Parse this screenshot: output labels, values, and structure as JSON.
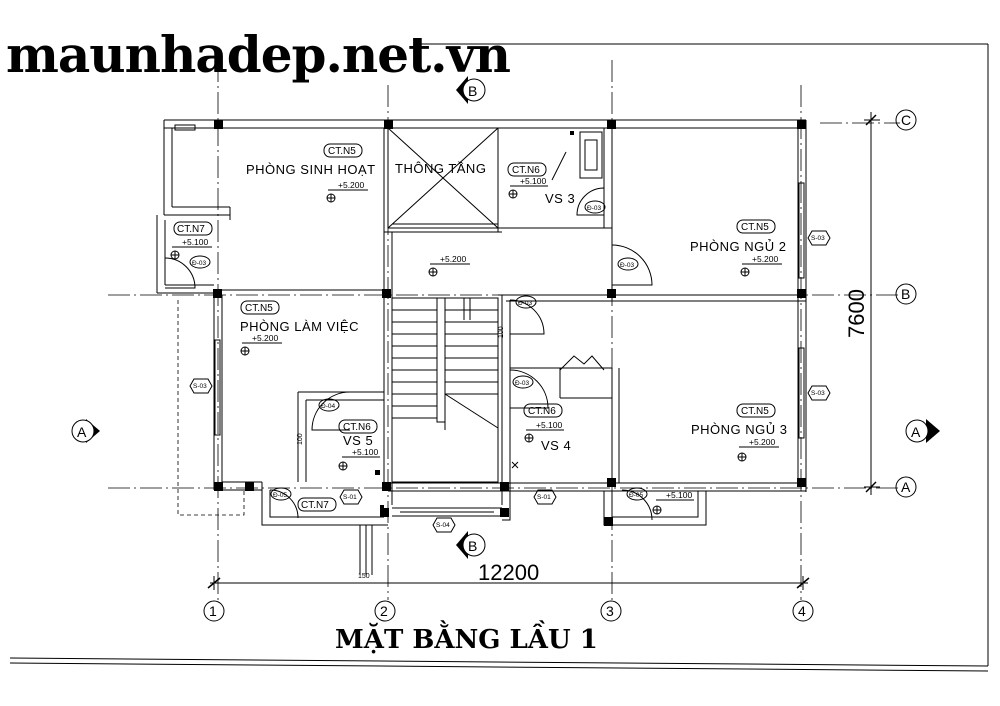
{
  "watermark": "maunhadep.net.vn",
  "drawing_title": "MẶT BẰNG LẦU 1",
  "rooms": {
    "sinh_hoat": "PHÒNG SINH HOẠT",
    "thong_tang": "THÔNG TẦNG",
    "vs3": "VS 3",
    "ngu2": "PHÒNG NGỦ 2",
    "lam_viec": "PHÒNG LÀM VIỆC",
    "vs5": "VS 5",
    "vs4": "VS 4",
    "ngu3": "PHÒNG NGỦ 3"
  },
  "finish_tags": {
    "ct_n5": "CT.N5",
    "ct_n6": "CT.N6",
    "ct_n7": "CT.N7"
  },
  "levels": {
    "l5200": "+5.200",
    "l5100": "+5.100"
  },
  "door_tags": {
    "d03": "Đ-03",
    "d04": "Đ-04",
    "d05": "Đ-05"
  },
  "window_tags": {
    "s01": "S-01",
    "s03": "S-03",
    "s04": "S-04"
  },
  "dimensions": {
    "overall_width": "12200",
    "overall_depth": "7600",
    "d100": "100",
    "d150": "150"
  },
  "axes": {
    "a1": "1",
    "a2": "2",
    "a3": "3",
    "a4": "4",
    "aA": "A",
    "aB": "B",
    "aC": "C"
  },
  "section_marks": {
    "section_a": "A",
    "section_b": "B"
  }
}
